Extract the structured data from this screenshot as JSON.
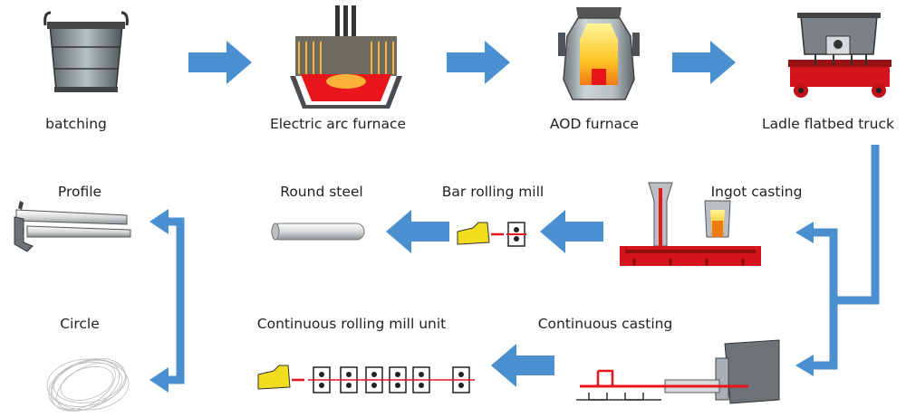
{
  "steps": {
    "batching": "batching",
    "eaf": "Electric arc furnace",
    "aod": "AOD furnace",
    "ladle": "Ladle flatbed truck",
    "ingot": "Ingot casting",
    "bar_mill": "Bar rolling mill",
    "round_steel": "Round steel",
    "profile": "Profile",
    "continuous_casting": "Continuous casting",
    "continuous_mill": "Continuous rolling mill unit",
    "circle": "Circle"
  },
  "colors": {
    "arrow": "#4a8fcf",
    "molten": "#e8151b",
    "frame": "#c9161c",
    "steel": "#8a9499",
    "billet": "#f2dc1e"
  }
}
